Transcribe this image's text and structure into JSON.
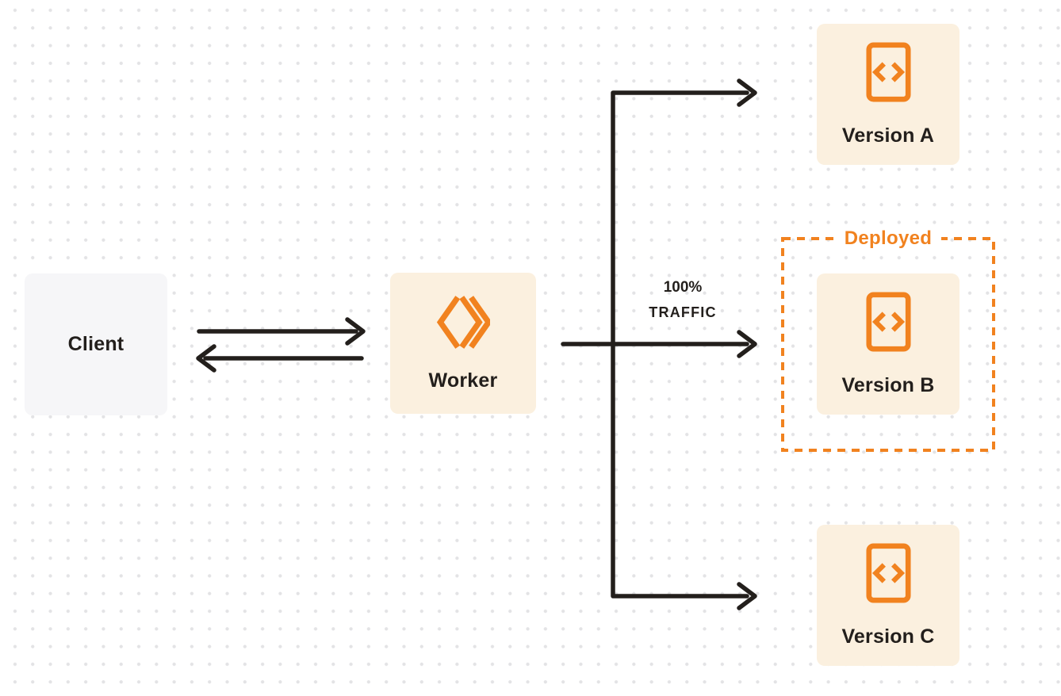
{
  "nodes": {
    "client": {
      "label": "Client"
    },
    "worker": {
      "label": "Worker"
    },
    "version_a": {
      "label": "Version A"
    },
    "version_b": {
      "label": "Version B"
    },
    "version_c": {
      "label": "Version C"
    }
  },
  "annotations": {
    "deployed": "Deployed",
    "traffic_line1": "100%",
    "traffic_line2": "TRAFFIC"
  },
  "colors": {
    "orange": "#f1821f",
    "cream": "#fbf0df",
    "client_box": "#f6f6f8",
    "stroke": "#231f1c",
    "dot": "#e3e3e5",
    "background": "#ffffff"
  }
}
